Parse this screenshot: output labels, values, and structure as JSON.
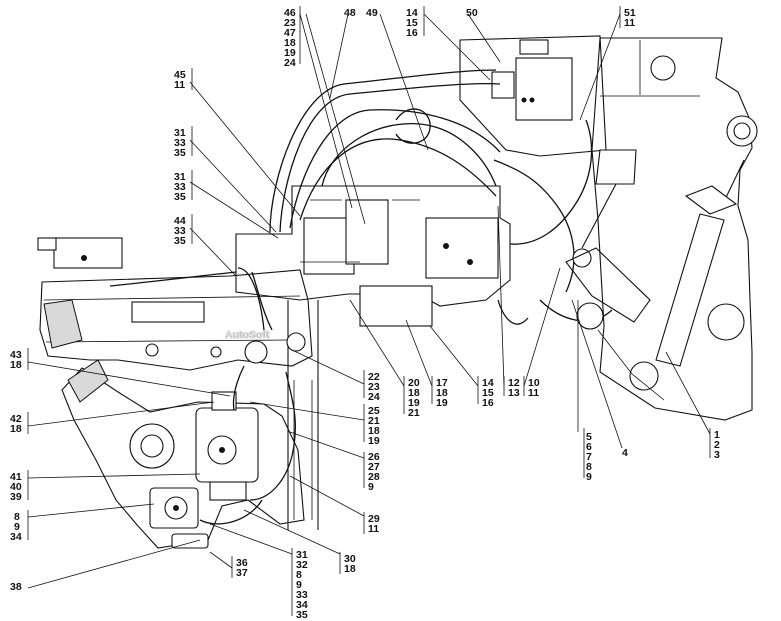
{
  "watermark": "AutoSoft",
  "callouts": {
    "c46": [
      "46",
      "23",
      "47",
      "18",
      "19",
      "24"
    ],
    "c48": [
      "48"
    ],
    "c49": [
      "49"
    ],
    "c14a": [
      "14",
      "15",
      "16"
    ],
    "c50": [
      "50"
    ],
    "c51": [
      "51",
      "11"
    ],
    "c45": [
      "45",
      "11"
    ],
    "c31a": [
      "31",
      "33",
      "35"
    ],
    "c31b": [
      "31",
      "33",
      "35"
    ],
    "c44": [
      "44",
      "33",
      "35"
    ],
    "c43": [
      "43",
      "18"
    ],
    "c42": [
      "42",
      "18"
    ],
    "c41": [
      "41",
      "40",
      "39"
    ],
    "c8": [
      "8",
      "9",
      "34"
    ],
    "c38": [
      "38"
    ],
    "c36": [
      "36",
      "37"
    ],
    "c31c": [
      "31",
      "32",
      "8",
      "9",
      "33",
      "34",
      "35"
    ],
    "c30": [
      "30",
      "18"
    ],
    "c29": [
      "29",
      "11"
    ],
    "c26": [
      "26",
      "27",
      "28",
      "9"
    ],
    "c25": [
      "25",
      "21",
      "18",
      "19"
    ],
    "c22": [
      "22",
      "23",
      "24"
    ],
    "c20": [
      "20",
      "18",
      "19",
      "21"
    ],
    "c17": [
      "17",
      "18",
      "19"
    ],
    "c14b": [
      "14",
      "15",
      "16"
    ],
    "c12": [
      "12",
      "13"
    ],
    "c10": [
      "10",
      "11"
    ],
    "c5": [
      "5",
      "6",
      "7",
      "8",
      "9"
    ],
    "c4": [
      "4"
    ],
    "c1": [
      "1",
      "2",
      "3"
    ]
  },
  "icons": [
    "pump-icon",
    "valve-block-icon",
    "hydraulic-cylinder-icon",
    "filter-icon"
  ]
}
